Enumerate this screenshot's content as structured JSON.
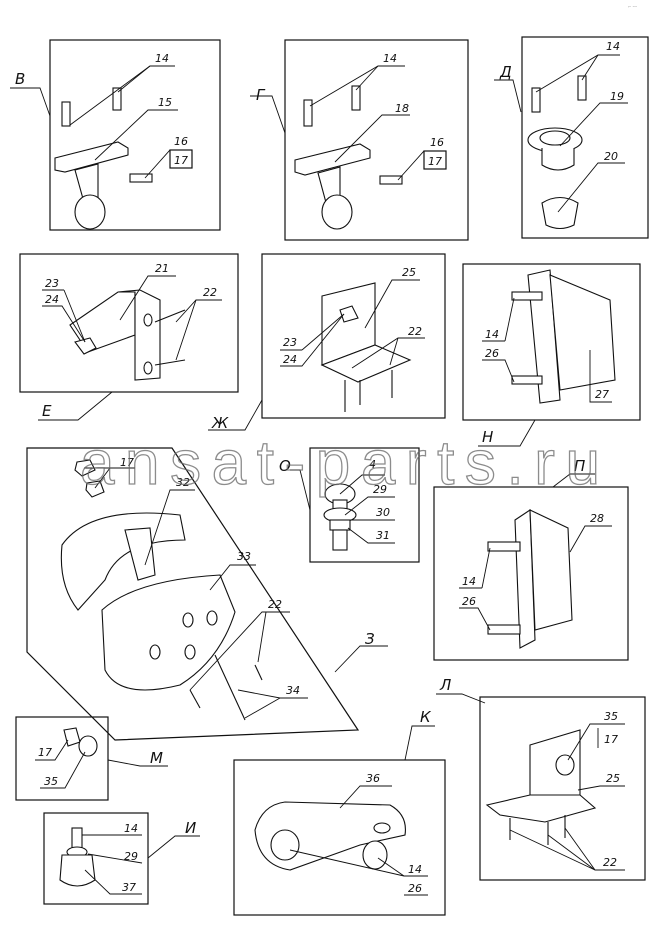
{
  "corner_mark": "⌐ ---",
  "watermark": "ansat-parts.ru",
  "views": {
    "B": {
      "label": "В",
      "callouts": [
        "14",
        "15",
        "16",
        "17"
      ]
    },
    "G": {
      "label": "Г",
      "callouts": [
        "14",
        "18",
        "16",
        "17"
      ]
    },
    "D": {
      "label": "Д",
      "callouts": [
        "14",
        "19",
        "20"
      ]
    },
    "E": {
      "label": "Е",
      "callouts": [
        "23",
        "24",
        "21",
        "22"
      ]
    },
    "Zh": {
      "label": "Ж",
      "callouts": [
        "25",
        "23",
        "24",
        "22"
      ]
    },
    "N": {
      "label": "Н",
      "callouts": [
        "14",
        "26",
        "27"
      ]
    },
    "Z": {
      "label": "З",
      "callouts": [
        "17",
        "32",
        "33",
        "22",
        "34"
      ]
    },
    "O": {
      "label": "О",
      "callouts": [
        "4",
        "29",
        "30",
        "31"
      ]
    },
    "P": {
      "label": "П",
      "callouts": [
        "28",
        "14",
        "26"
      ]
    },
    "M": {
      "label": "М",
      "callouts": [
        "17",
        "35"
      ]
    },
    "I": {
      "label": "И",
      "callouts": [
        "14",
        "29",
        "37"
      ]
    },
    "K": {
      "label": "К",
      "callouts": [
        "36",
        "14",
        "26"
      ]
    },
    "L": {
      "label": "Л",
      "callouts": [
        "35",
        "17",
        "25",
        "22"
      ]
    }
  }
}
